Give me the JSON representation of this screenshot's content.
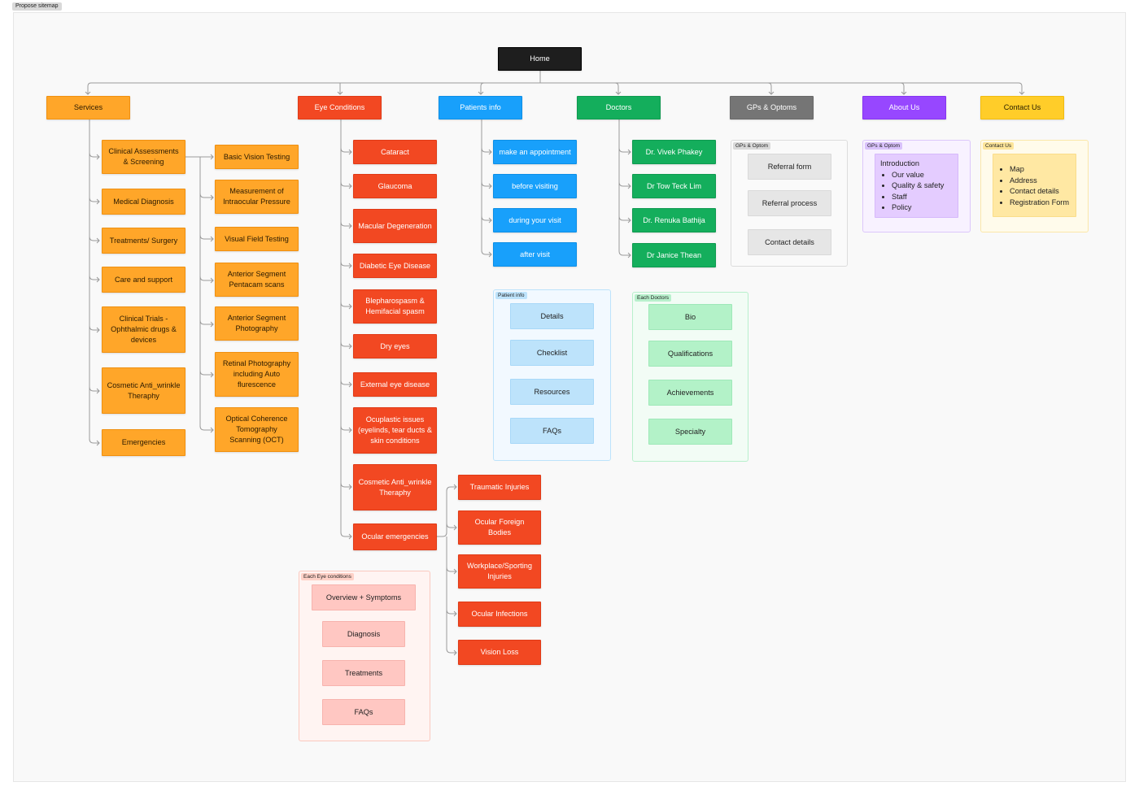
{
  "frame_label": "Propose sitemap",
  "home": "Home",
  "sections": {
    "services": "Services",
    "eye_conditions": "Eye Conditions",
    "patients_info": "Patients info",
    "doctors": "Doctors",
    "gps": "GPs & Optoms",
    "about": "About Us",
    "contact": "Contact Us"
  },
  "services_left": [
    "Clinical Assessments & Screening",
    "Medical Diagnosis",
    "Treatments/ Surgery",
    "Care and support",
    "Clinical Trials - Ophthalmic drugs & devices",
    "Cosmetic Anti_wrinkle Theraphy",
    "Emergencies"
  ],
  "services_right": [
    "Basic Vision Testing",
    "Measurement of Intraocular Pressure",
    "Visual Field Testing",
    "Anterior Segment Pentacam scans",
    "Anterior Segment Photography",
    "Retinal Photography including Auto flurescence",
    "Optical Coherence Tomography Scanning (OCT)"
  ],
  "eye_conditions": [
    "Cataract",
    "Glaucoma",
    "Macular Degeneration",
    "Diabetic Eye Disease",
    "Blepharospasm & Hemifacial spasm",
    "Dry eyes",
    "External eye disease",
    "Ocuplastic issues (eyelinds, tear ducts & skin conditions",
    "Cosmetic Anti_wrinkle Theraphy",
    "Ocular emergencies"
  ],
  "emergencies": [
    "Traumatic Injuries",
    "Ocular Foreign Bodies",
    "Workplace/Sporting Injuries",
    "Ocular Infections",
    "Vision Loss"
  ],
  "each_eye_condition": {
    "tag": "Each Eye conditions",
    "items": [
      "Overview + Symptoms",
      "Diagnosis",
      "Treatments",
      "FAQs"
    ]
  },
  "patients_info_items": [
    "make an appointment",
    "before visiting",
    "during your visit",
    "after visit"
  ],
  "patient_info_group": {
    "tag": "Patient info",
    "items": [
      "Details",
      "Checklist",
      "Resources",
      "FAQs"
    ]
  },
  "doctors_items": [
    "Dr. Vivek Phakey",
    "Dr Tow Teck Lim",
    "Dr. Renuka Bathija",
    "Dr Janice Thean"
  ],
  "each_doctor_group": {
    "tag": "Each Doctors",
    "items": [
      "Bio",
      "Qualifications",
      "Achievements",
      "Specialty"
    ]
  },
  "gps_group": {
    "tag": "GPs & Optom",
    "items": [
      "Referral form",
      "Referral process",
      "Contact details"
    ]
  },
  "about_group": {
    "tag": "GPs & Optom",
    "heading": "Introduction",
    "items": [
      "Our value",
      "Quality & safety",
      "Staff",
      "Policy"
    ]
  },
  "contact_group": {
    "tag": "Contact Us",
    "items": [
      "Map",
      "Address",
      "Contact details",
      "Registration Form"
    ]
  },
  "colors": {
    "services": "#ffa629",
    "eye_conditions": "#f24822",
    "patients_info": "#18a0fb",
    "doctors": "#14ae5c",
    "gps": "#757575",
    "about": "#9747ff",
    "contact": "#ffcd29",
    "home": "#1e1e1e"
  }
}
